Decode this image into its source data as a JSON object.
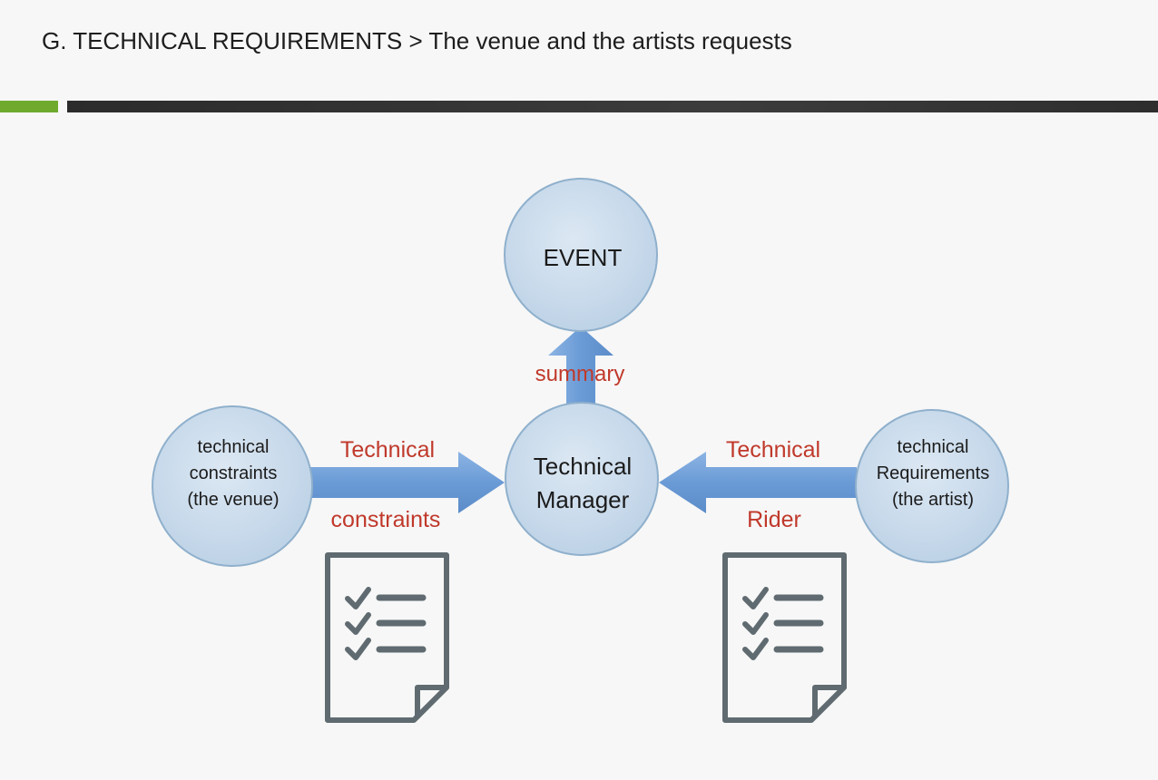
{
  "header": {
    "title": "G. TECHNICAL REQUIREMENTS > The venue and the artists requests"
  },
  "colors": {
    "accent_green": "#6faa2e",
    "bar_dark": "#333333",
    "node_fill": "#c9daea",
    "node_stroke": "#8fb0cc",
    "arrow_fill": "#6b9bd6",
    "label_red": "#c0392b",
    "checklist_gray": "#5f6b70"
  },
  "nodes": {
    "event": {
      "lines": [
        "EVENT"
      ]
    },
    "manager": {
      "lines": [
        "Technical",
        "Manager"
      ]
    },
    "venue": {
      "lines": [
        "technical",
        "constraints",
        "(the venue)"
      ]
    },
    "artist": {
      "lines": [
        "technical",
        "Requirements",
        "(the artist)"
      ]
    }
  },
  "edges": {
    "summary": {
      "label": "summary"
    },
    "constraints": {
      "label_top": "Technical",
      "label_bottom": "constraints"
    },
    "rider": {
      "label_top": "Technical",
      "label_bottom": "Rider"
    }
  },
  "icons": {
    "left_document": "checklist-document-icon",
    "right_document": "checklist-document-icon"
  }
}
